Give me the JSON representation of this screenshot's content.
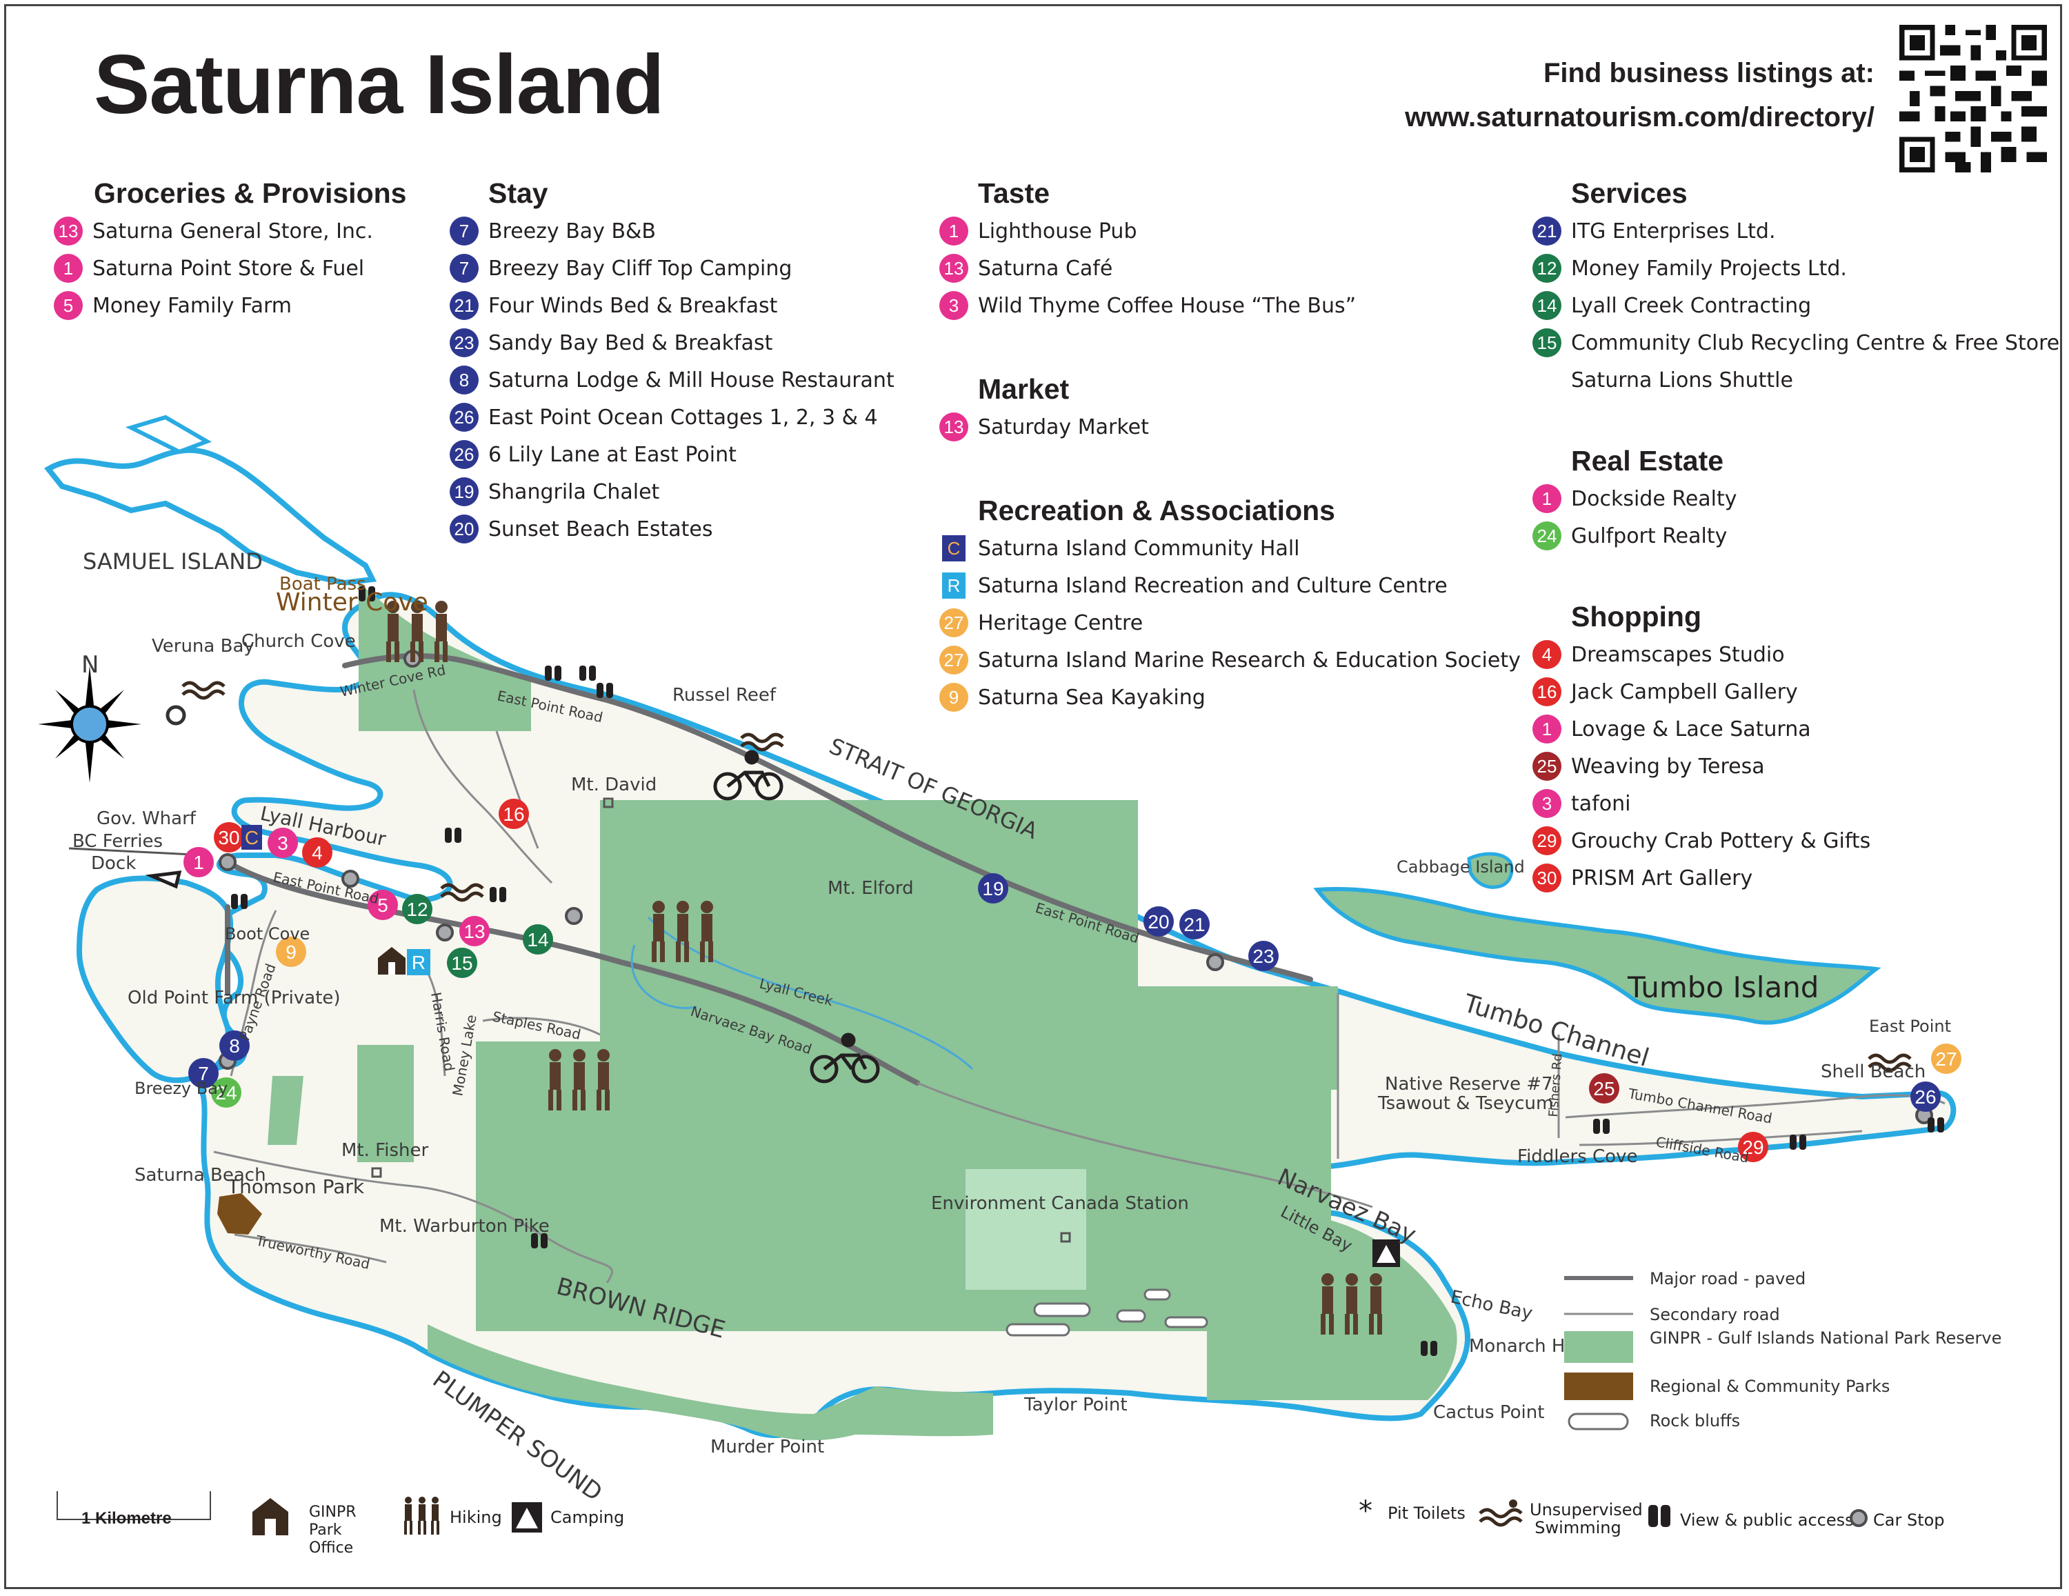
{
  "title": "Saturna Island",
  "listings": {
    "line1": "Find business listings at:",
    "line2": "www.saturnatourism.com/directory/"
  },
  "colors": {
    "pink": "#e6318f",
    "navy": "#2e3790",
    "green": "#1d7a4a",
    "lightgreen": "#5cbd4e",
    "red": "#e22a2a",
    "darkred": "#a3262b",
    "orange": "#f5b04b",
    "coastline": "#29abe2",
    "park": "#8cc397",
    "regional": "#7a4e1a"
  },
  "categories": {
    "groceries": {
      "heading": "Groceries & Provisions",
      "items": [
        {
          "num": "13",
          "color": "pink",
          "label": "Saturna General Store, Inc."
        },
        {
          "num": "1",
          "color": "pink",
          "label": "Saturna Point Store & Fuel"
        },
        {
          "num": "5",
          "color": "pink",
          "label": "Money Family Farm"
        }
      ]
    },
    "stay": {
      "heading": "Stay",
      "items": [
        {
          "num": "7",
          "color": "navy",
          "label": "Breezy Bay B&B"
        },
        {
          "num": "7",
          "color": "navy",
          "label": "Breezy Bay Cliff Top Camping"
        },
        {
          "num": "21",
          "color": "navy",
          "label": "Four Winds Bed & Breakfast"
        },
        {
          "num": "23",
          "color": "navy",
          "label": "Sandy Bay Bed & Breakfast"
        },
        {
          "num": "8",
          "color": "navy",
          "label": "Saturna Lodge & Mill House Restaurant"
        },
        {
          "num": "26",
          "color": "navy",
          "label": "East Point Ocean Cottages 1, 2, 3 & 4"
        },
        {
          "num": "26",
          "color": "navy",
          "label": "6 Lily Lane at East Point"
        },
        {
          "num": "19",
          "color": "navy",
          "label": "Shangrila Chalet"
        },
        {
          "num": "20",
          "color": "navy",
          "label": "Sunset Beach Estates"
        }
      ]
    },
    "taste": {
      "heading": "Taste",
      "items": [
        {
          "num": "1",
          "color": "pink",
          "label": "Lighthouse Pub"
        },
        {
          "num": "13",
          "color": "pink",
          "label": "Saturna Café"
        },
        {
          "num": "3",
          "color": "pink",
          "label": "Wild Thyme Coffee House “The Bus”"
        }
      ]
    },
    "market": {
      "heading": "Market",
      "items": [
        {
          "num": "13",
          "color": "pink",
          "label": "Saturday Market"
        }
      ]
    },
    "recreation": {
      "heading": "Recreation & Associations",
      "items": [
        {
          "num": "C",
          "color": "navy",
          "square": true,
          "textcolor": "#f5b04b",
          "label": "Saturna Island Community Hall"
        },
        {
          "num": "R",
          "color": "coastline",
          "square": true,
          "textcolor": "#ffffff",
          "label": "Saturna Island Recreation and Culture Centre"
        },
        {
          "num": "27",
          "color": "orange",
          "label": "Heritage Centre"
        },
        {
          "num": "27",
          "color": "orange",
          "label": "Saturna Island Marine Research & Education Society"
        },
        {
          "num": "9",
          "color": "orange",
          "label": "Saturna Sea Kayaking"
        }
      ]
    },
    "services": {
      "heading": "Services",
      "items": [
        {
          "num": "21",
          "color": "navy",
          "label": "ITG Enterprises Ltd."
        },
        {
          "num": "12",
          "color": "green",
          "label": "Money Family Projects Ltd."
        },
        {
          "num": "14",
          "color": "green",
          "label": "Lyall Creek Contracting"
        },
        {
          "num": "15",
          "color": "green",
          "label": "Community Club Recycling Centre & Free Store"
        },
        {
          "num": "",
          "color": "",
          "label": "Saturna Lions Shuttle"
        }
      ]
    },
    "realestate": {
      "heading": "Real Estate",
      "items": [
        {
          "num": "1",
          "color": "pink",
          "label": "Dockside Realty"
        },
        {
          "num": "24",
          "color": "lightgreen",
          "label": "Gulfport Realty"
        }
      ]
    },
    "shopping": {
      "heading": "Shopping",
      "items": [
        {
          "num": "4",
          "color": "red",
          "label": "Dreamscapes Studio"
        },
        {
          "num": "16",
          "color": "red",
          "label": "Jack Campbell Gallery"
        },
        {
          "num": "1",
          "color": "pink",
          "label": "Lovage & Lace Saturna"
        },
        {
          "num": "25",
          "color": "darkred",
          "label": "Weaving by Teresa"
        },
        {
          "num": "3",
          "color": "pink",
          "label": "tafoni"
        },
        {
          "num": "29",
          "color": "red",
          "label": "Grouchy Crab Pottery & Gifts"
        },
        {
          "num": "30",
          "color": "red",
          "label": "PRISM Art Gallery"
        }
      ]
    }
  },
  "map": {
    "labels": {
      "samuel_island": "SAMUEL ISLAND",
      "boat_pass": "Boat Pass",
      "winter_cove": "Winter Cove",
      "veruna_bay": "Veruna Bay",
      "church_cove": "Church Cove",
      "north": "N",
      "gov_wharf": "Gov. Wharf",
      "bc_ferries": "BC Ferries",
      "dock": "Dock",
      "lyall_harbour": "Lyall Harbour",
      "boot_cove": "Boot Cove",
      "old_point_farm": "Old Point Farm (Private)",
      "breezy_bay": "Breezy Bay",
      "saturna_beach": "Saturna Beach",
      "thomson_park": "Thomson Park",
      "mt_fisher": "Mt. Fisher",
      "mt_warburton": "Mt. Warburton Pike",
      "brown_ridge": "BROWN RIDGE",
      "plumper_sound": "PLUMPER SOUND",
      "murder_point": "Murder Point",
      "taylor_point": "Taylor Point",
      "cactus_point": "Cactus Point",
      "monarch_head": "Monarch Head",
      "echo_bay": "Echo Bay",
      "narvaez_bay": "Narvaez Bay",
      "little_bay": "Little Bay",
      "env_canada": "Environment Canada Station",
      "mt_david": "Mt. David",
      "mt_elford": "Mt. Elford",
      "russel_reef": "Russel Reef",
      "strait": "STRAIT OF GEORGIA",
      "cabbage_island": "Cabbage Island",
      "tumbo_island": "Tumbo Island",
      "tumbo_channel": "Tumbo Channel",
      "east_point": "East Point",
      "shell_beach": "Shell Beach",
      "native_reserve": "Native Reserve #7",
      "tsawout": "Tsawout & Tseycum",
      "fiddlers_cove": "Fiddlers Cove",
      "lyall_creek": "Lyall Creek",
      "narvaez_bay_road": "Narvaez Bay Road",
      "east_point_road": "East Point Road",
      "east_point_road_upper": "East Point Road",
      "east_point_road_harbour": "East Point Road",
      "winter_cove_rd": "Winter Cove Rd",
      "harris_road": "Harris Road",
      "staples_road": "Staples Road",
      "payne_road": "Payne Road",
      "trueworthy_road": "Trueworthy Road",
      "money_lake": "Money Lake",
      "tumbo_channel_road": "Tumbo Channel Road",
      "cliffside_road": "Cliffside Road",
      "fishers_road": "Fishers Rd"
    }
  },
  "legend": {
    "major_road": "Major road - paved",
    "secondary_road": "Secondary road",
    "ginpr": "GINPR - Gulf Islands National Park Reserve",
    "regional": "Regional & Community Parks",
    "rock_bluffs": "Rock bluffs",
    "scale": "1 Kilometre",
    "park_office": "GINPR Park Office",
    "hiking": "Hiking",
    "camping": "Camping",
    "pit_toilets": "Pit Toilets",
    "swimming": "Unsupervised Swimming",
    "view": "View & public access",
    "car_stop": "Car Stop"
  }
}
